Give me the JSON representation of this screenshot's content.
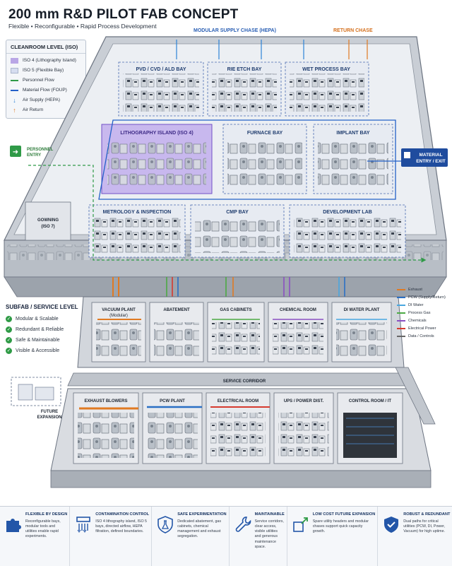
{
  "header": {
    "title": "200 mm R&D PILOT FAB CONCEPT",
    "subtitle": "Flexible  •  Reconfigurable  •  Rapid Process Development"
  },
  "chases": {
    "supply": "MODULAR SUPPLY CHASE (HEPA)",
    "return": "RETURN CHASE"
  },
  "cleanroom_legend": {
    "title": "CLEANROOM LEVEL (ISO)",
    "items": [
      {
        "label": "ISO 4 (Lithography Island)",
        "color": "#b9a6e6"
      },
      {
        "label": "ISO 5 (Flexible Bay)",
        "color": "#d6ddf0"
      },
      {
        "label": "Personnel Flow",
        "color": "#2f9a47"
      },
      {
        "label": "Material Flow (FOUP)",
        "color": "#2360c8"
      },
      {
        "label": "Air Supply (HEPA)",
        "color": "#2d83d6"
      },
      {
        "label": "Air Return",
        "color": "#e07a22"
      }
    ]
  },
  "bays": {
    "pvd": "PVD / CVD / ALD BAY",
    "rie": "RIE ETCH BAY",
    "wet": "WET PROCESS BAY",
    "litho": "LITHOGRAPHY ISLAND (ISO 4)",
    "furnace": "FURNACE BAY",
    "implant": "IMPLANT BAY",
    "metrology": "METROLOGY & INSPECTION",
    "cmp": "CMP BAY",
    "devlab": "DEVELOPMENT LAB"
  },
  "entries": {
    "personnel": "PERSONNEL\nENTRY",
    "personnel_line1": "PERSONNEL",
    "personnel_line2": "ENTRY",
    "material_line1": "MATERIAL",
    "material_line2": "ENTRY / EXIT",
    "gowning_line1": "GOWNING",
    "gowning_line2": "(ISO 7)"
  },
  "subfab": {
    "title": "SUBFAB / SERVICE LEVEL",
    "checks": [
      "Modular & Scalable",
      "Redundant & Reliable",
      "Safe & Maintainable",
      "Visible & Accessible"
    ],
    "future_line1": "FUTURE",
    "future_line2": "EXPANSION",
    "corridor": "SERVICE CORRIDOR",
    "rooms_upper": [
      "VACUUM PLANT",
      "ABATEMENT",
      "GAS CABINETS",
      "CHEMICAL ROOM",
      "DI WATER PLANT"
    ],
    "vacuum_sub": "(Modular)",
    "rooms_lower": [
      "EXHAUST BLOWERS",
      "PCW PLANT",
      "ELECTRICAL ROOM",
      "UPS / POWER DIST.",
      "CONTROL ROOM / IT"
    ]
  },
  "utility_legend": [
    {
      "label": "Exhaust",
      "color": "#e07a22"
    },
    {
      "label": "PCW (Supply/Return)",
      "color": "#2a6fc4"
    },
    {
      "label": "DI Water",
      "color": "#49a7e0"
    },
    {
      "label": "Process Gas",
      "color": "#4caa44"
    },
    {
      "label": "Chemicals",
      "color": "#8a4fc2"
    },
    {
      "label": "Electrical Power",
      "color": "#d63a2f"
    },
    {
      "label": "Data / Controls",
      "color": "#666666"
    }
  ],
  "features": [
    {
      "title": "FLEXIBLE BY DESIGN",
      "text": "Reconfigurable bays, modular tools and utilities enable rapid experiments.",
      "icon": "puzzle-icon"
    },
    {
      "title": "CONTAMINATION CONTROL",
      "text": "ISO 4 lithography island, ISO 5 bays, directed airflow, HEPA filtration, defined boundaries.",
      "icon": "air-filter-icon"
    },
    {
      "title": "SAFE EXPERIMENTATION",
      "text": "Dedicated abatement, gas cabinets, chemical management and exhaust segregation.",
      "icon": "flask-icon"
    },
    {
      "title": "MAINTAINABLE",
      "text": "Service corridors, clear access, visible utilities and generous maintenance space.",
      "icon": "wrench-icon"
    },
    {
      "title": "LOW COST FUTURE EXPANSION",
      "text": "Spare utility headers and modular chases support quick capacity growth.",
      "icon": "expansion-icon"
    },
    {
      "title": "ROBUST & REDUNDANT",
      "text": "Dual paths for critical utilities (PCW, DI, Power, Vacuum) for high uptime.",
      "icon": "shield-icon"
    }
  ]
}
